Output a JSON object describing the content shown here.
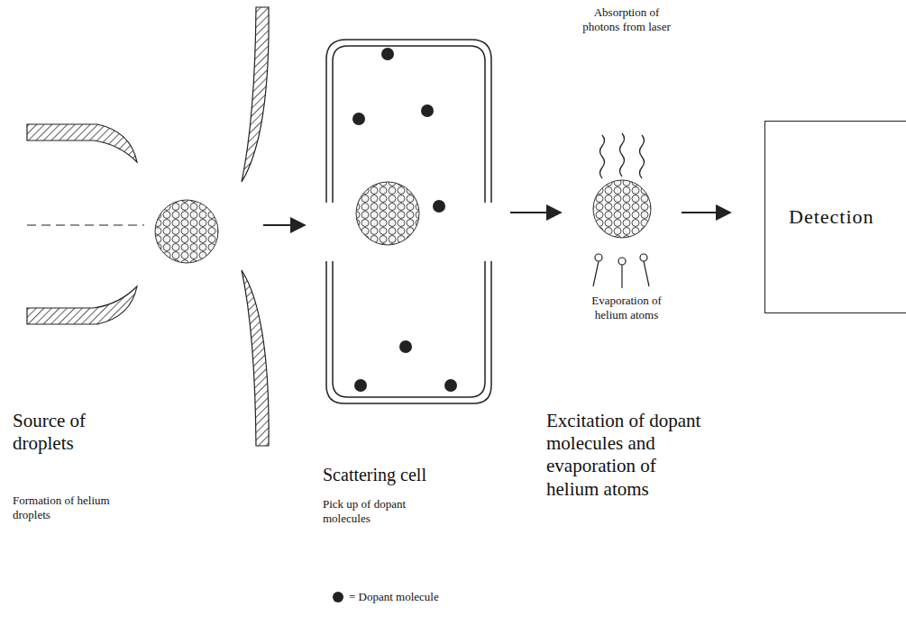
{
  "diagram": {
    "nodes": [
      {
        "text": [
          "Detection"
        ]
      }
    ],
    "labels": [
      "Absorption of photons from laser",
      "Evaporation of helium atoms",
      "Source of droplets",
      "Formation of helium droplets",
      "Scattering cell",
      "Pick up of dopant molecules",
      "Excitation of dopant molecules and evaporation of helium atoms"
    ],
    "legend": [
      {
        "text": "= Dopant molecule"
      }
    ]
  }
}
